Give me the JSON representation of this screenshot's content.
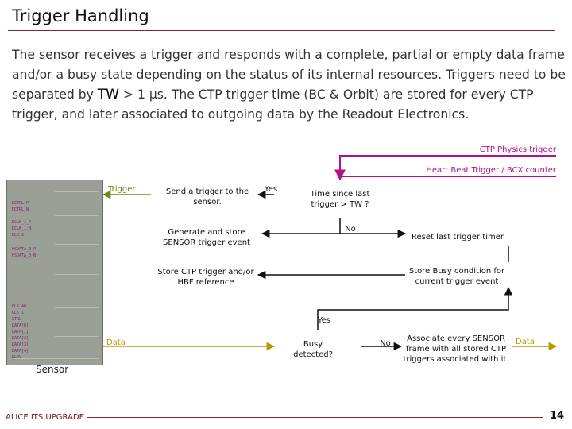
{
  "slide": {
    "title": "Trigger Handling",
    "body_pre": "The sensor receives a trigger and responds with a complete, partial or empty data frame and/or a busy state depending on the status of its internal resources. Triggers need to be separated by ",
    "body_tw": "TW",
    "body_post": " > 1 µs. The CTP trigger time (BC & Orbit) are stored for every CTP trigger, and later associated to outgoing data by the Readout Electronics.",
    "footer_left": "ALICE ITS UPGRADE",
    "page_number": "14"
  },
  "diagram": {
    "ctp_physics": "CTP Physics trigger",
    "heartbeat": "Heart Beat Trigger / BCX counter",
    "trigger_label": "Trigger",
    "send_trigger": "Send a trigger to the sensor.",
    "yes_1": "Yes",
    "time_since": "Time since last trigger > TW ?",
    "no_1": "No",
    "generate_store": "Generate and store SENSOR trigger event",
    "reset_timer": "Reset last trigger timer",
    "store_ctp": "Store CTP trigger and/or HBF reference",
    "store_busy": "Store Busy condition for current trigger event",
    "yes_2": "Yes",
    "data_left": "Data",
    "busy_detected": "Busy detected?",
    "no_2": "No",
    "associate": "Associate every SENSOR frame with all stored CTP triggers associated with it.",
    "data_right": "Data",
    "sensor_label": "Sensor",
    "chip_pins": [
      "DCTRL_P",
      "DCTRL_N",
      "DCLK_1_P",
      "DCLK_1_N",
      "DLK_2",
      "HSDATA_0_P",
      "HSDATA_0_N",
      "CLK_A0",
      "CLK_1",
      "CTRL",
      "DATA[0]",
      "DATA[1]",
      "DATA[2]",
      "DATA[3]",
      "DATA[4]",
      "DLDV"
    ]
  },
  "colors": {
    "magenta": "#b0128a",
    "green": "#6c8a14",
    "yellow": "#b89a00",
    "black": "#111111"
  }
}
